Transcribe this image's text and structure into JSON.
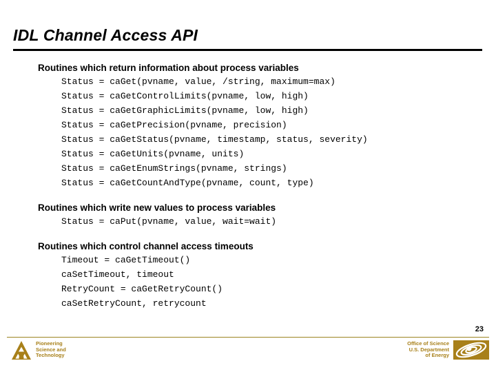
{
  "slide": {
    "title": "IDL Channel Access API",
    "page_number": "23",
    "sections": [
      {
        "heading": "Routines which return information about process variables",
        "lines": [
          "Status = caGet(pvname, value, /string, maximum=max)",
          "Status = caGetControlLimits(pvname, low, high)",
          "Status = caGetGraphicLimits(pvname, low, high)",
          "Status = caGetPrecision(pvname, precision)",
          "Status = caGetStatus(pvname, timestamp, status, severity)",
          "Status = caGetUnits(pvname, units)",
          "Status = caGetEnumStrings(pvname, strings)",
          "Status = caGetCountAndType(pvname, count, type)"
        ]
      },
      {
        "heading": "Routines which write new values to process variables",
        "lines": [
          "Status = caPut(pvname, value, wait=wait)"
        ]
      },
      {
        "heading": "Routines which control channel access timeouts",
        "lines": [
          "Timeout = caGetTimeout()",
          "caSetTimeout, timeout",
          "RetryCount = caGetRetryCount()",
          "caSetRetryCount, retrycount"
        ]
      }
    ]
  },
  "footer": {
    "anl_tagline": "Pioneering\nScience and\nTechnology",
    "anl_logo_name": "argonne-triangle-a-logo",
    "doe_tagline": "Office of Science\nU.S. Department\nof Energy",
    "doe_logo_name": "doe-swirl-logo"
  },
  "colors": {
    "gold": "#a8801a",
    "rule_gold": "#9c8420",
    "text": "#000000",
    "background": "#ffffff"
  }
}
